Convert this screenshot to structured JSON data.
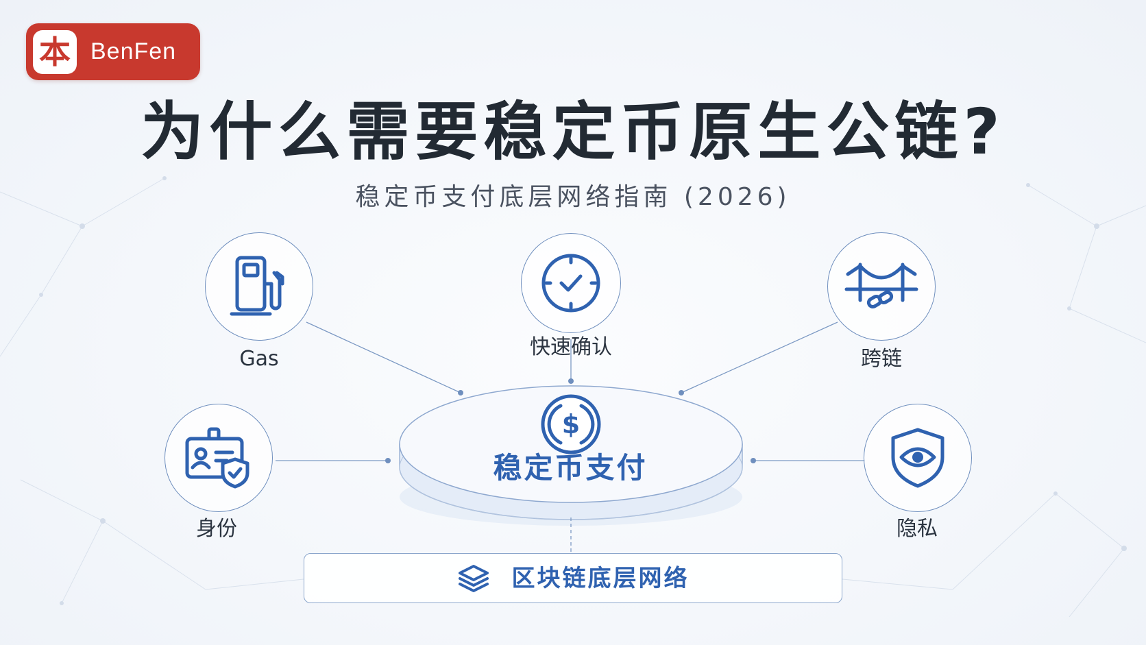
{
  "brand": {
    "logo_glyph": "本",
    "logo_text": "BenFen",
    "color": "#c8392e"
  },
  "heading": {
    "title": "为什么需要稳定币原生公链?",
    "subtitle": "稳定币支付底层网络指南 (2026)"
  },
  "center": {
    "label": "稳定币支付",
    "icon": "dollar-coin-icon"
  },
  "features": [
    {
      "label": "Gas",
      "icon": "gas-pump-icon"
    },
    {
      "label": "快速确认",
      "icon": "clock-check-icon"
    },
    {
      "label": "跨链",
      "icon": "bridge-link-icon"
    },
    {
      "label": "身份",
      "icon": "id-card-shield-icon"
    },
    {
      "label": "隐私",
      "icon": "eye-shield-icon"
    }
  ],
  "base": {
    "label": "区块链底层网络",
    "icon": "layers-icon"
  },
  "colors": {
    "accent": "#2f62b0",
    "line": "#7d9ac4",
    "title": "#222a33",
    "text": "#2b3440"
  }
}
